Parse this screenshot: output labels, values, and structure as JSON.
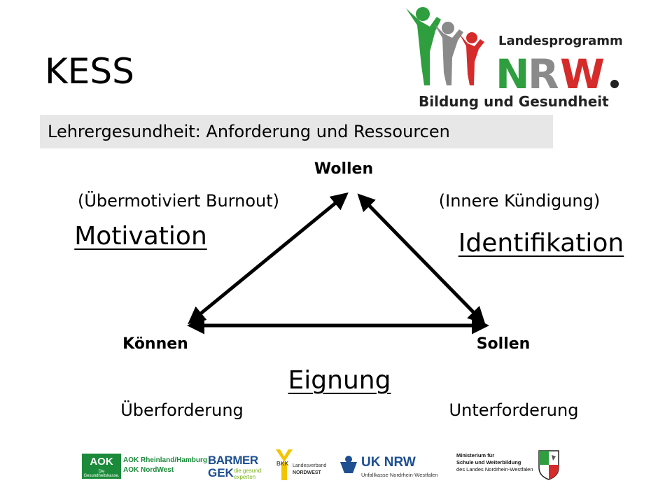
{
  "slide": {
    "title": "KESS",
    "subtitle": "Lehrergesundheit: Anforderung und Ressourcen"
  },
  "logo": {
    "line1": "Landesprogramm",
    "nrw_n": "N",
    "nrw_r": "R",
    "nrw_w": "W",
    "line3": "Bildung und Gesundheit",
    "colors": {
      "green": "#2e9e3e",
      "grey": "#8a8a8a",
      "red": "#d62b2b",
      "dark": "#222222"
    }
  },
  "diagram": {
    "top_vertex": "Wollen",
    "left_vertex": "Können",
    "right_vertex": "Sollen",
    "left_side_paren": "(Übermotiviert Burnout)",
    "right_side_paren": "(Innere Kündigung)",
    "left_side_label": "Motivation",
    "right_side_label": "Identifikation",
    "bottom_side_label": "Eignung",
    "bottom_left_note": "Überforderung",
    "bottom_right_note": "Unterforderung"
  },
  "sponsors": {
    "aok_badge": "AOK",
    "aok_sub": "Die Gesundheitskasse.",
    "aok_line1": "AOK Rheinland/Hamburg",
    "aok_line2": "AOK NordWest",
    "barmer_line1": "BARMER",
    "barmer_line2": "GEK",
    "barmer_tag1": "die gesund",
    "barmer_tag2": "experten",
    "bkk_badge": "BKK",
    "bkk_line1": "Landesverband",
    "bkk_line2": "NORDWEST",
    "uk_line1": "UK NRW",
    "uk_line2": "Unfallkasse Nordrhein-Westfalen",
    "ministry_line1": "Ministerium für",
    "ministry_line2": "Schule und Weiterbildung",
    "ministry_line3": "des Landes Nordrhein-Westfalen",
    "colors": {
      "aok_green": "#1b8a3a",
      "barmer_blue": "#1d4f91",
      "barmer_green": "#7ab51d",
      "bkk_yellow": "#f2c500",
      "uk_blue": "#1d4f91"
    }
  }
}
